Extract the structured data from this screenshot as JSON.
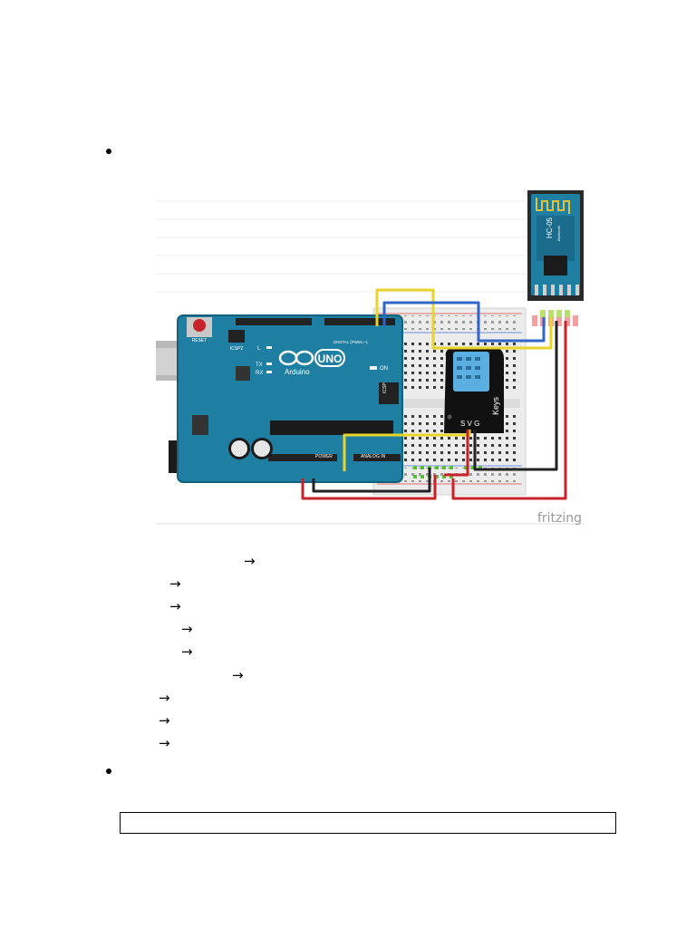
{
  "document": {
    "steps": [
      {
        "arrow": "→"
      },
      {
        "arrow": "→"
      },
      {
        "arrow": "→"
      },
      {
        "arrow": "→"
      },
      {
        "arrow": "→"
      },
      {
        "arrow": "→"
      },
      {
        "arrow": "→"
      },
      {
        "arrow": "→"
      },
      {
        "arrow": "→"
      }
    ]
  },
  "figure": {
    "watermark": "fritzing",
    "board": {
      "reset_label": "RESET",
      "icsp2_label": "ICSP2",
      "logo_text": "UNO",
      "brand_text": "Arduino",
      "on_label": "ON",
      "led_labels": [
        "L",
        "TX",
        "RX"
      ],
      "icsp_label": "ICSP",
      "digital_label": "DIGITAL (PWM=~)",
      "power_label": "POWER",
      "analog_label": "ANALOG IN"
    },
    "bt_module": {
      "name": "HC-05",
      "subtitle": "Bluetooth"
    },
    "sensor": {
      "brand": "Keys",
      "pin_labels": "S V G"
    }
  }
}
